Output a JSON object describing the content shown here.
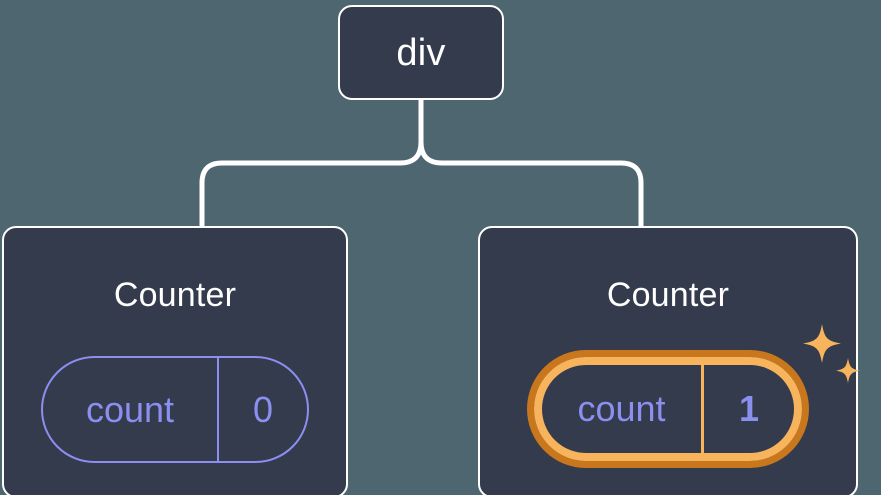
{
  "theme": {
    "background": "#4e6670",
    "node_fill": "#343b4c",
    "node_border": "#ffffff",
    "connector": "#ffffff",
    "state_accent": "#8b8ff0",
    "highlight_outer": "#c9771d",
    "highlight_inner": "#f8b45c",
    "title_text": "#ffffff"
  },
  "diagram": {
    "type": "component-tree",
    "root": {
      "label": "div"
    },
    "children": [
      {
        "title": "Counter",
        "state": {
          "key": "count",
          "value": "0",
          "highlighted": false
        }
      },
      {
        "title": "Counter",
        "state": {
          "key": "count",
          "value": "1",
          "highlighted": true,
          "sparkle_icons": [
            "sparkle-large-icon",
            "sparkle-small-icon"
          ]
        }
      }
    ]
  }
}
